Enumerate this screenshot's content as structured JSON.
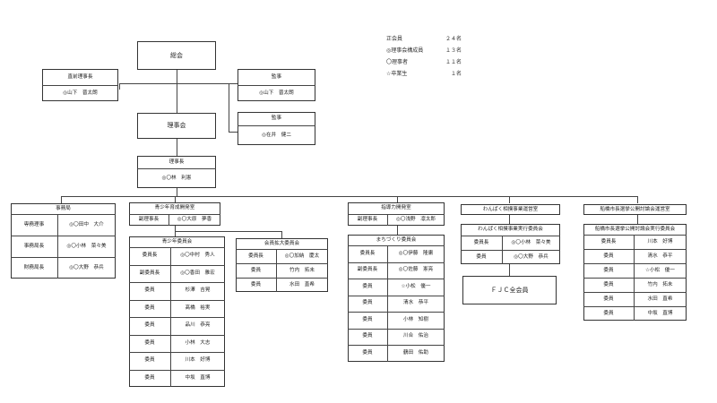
{
  "legend": [
    {
      "label": "正会員",
      "value": "２４名"
    },
    {
      "label": "◎理事会構成員",
      "value": "１３名"
    },
    {
      "label": "〇理事者",
      "value": "１１名"
    },
    {
      "label": "☆卒業生",
      "value": "１名"
    }
  ],
  "general_assembly": "総会",
  "direct_director": {
    "title": "直前理事長",
    "member": "◎山下　晋太朗"
  },
  "auditor1": {
    "title": "監事",
    "member": "◎山下　晋太朗"
  },
  "auditor2": {
    "title": "監事",
    "member": "◎在井　健二"
  },
  "board": "理事会",
  "president": {
    "title": "理事長",
    "member": "◎〇林　利憲"
  },
  "secretariat": {
    "title": "事務局",
    "rows": [
      {
        "role": "専務理事",
        "member": "◎〇田中　大介"
      },
      {
        "role": "事務局長",
        "member": "◎〇小林　菜々美"
      },
      {
        "role": "財務局長",
        "member": "◎〇大野　恭兵"
      }
    ]
  },
  "youth_office": {
    "title": "青少年育成開発室",
    "head": {
      "role": "副理事長",
      "member": "◎〇大原　夢香"
    },
    "committee": {
      "title": "青少年委員会",
      "rows": [
        {
          "role": "委員長",
          "member": "◎〇中村　秀人"
        },
        {
          "role": "副委員長",
          "member": "◎〇香田　雅宏"
        },
        {
          "role": "委員",
          "member": "杉澤　吉晃"
        },
        {
          "role": "委員",
          "member": "髙橋　裕実"
        },
        {
          "role": "委員",
          "member": "品川　恭亮"
        },
        {
          "role": "委員",
          "member": "小林　大志"
        },
        {
          "role": "委員",
          "member": "川本　好博"
        },
        {
          "role": "委員",
          "member": "中坂　直博"
        }
      ]
    }
  },
  "membership": {
    "title": "会員拡大委員会",
    "rows": [
      {
        "role": "委員長",
        "member": "◎〇加納　慶太"
      },
      {
        "role": "委員",
        "member": "竹内　拓未"
      },
      {
        "role": "委員",
        "member": "水田　直希"
      }
    ]
  },
  "leadership_office": {
    "title": "指導力開発室",
    "head": {
      "role": "副理事長",
      "member": "◎〇浅野　凛太郎"
    },
    "committee": {
      "title": "まちづくり委員会",
      "rows": [
        {
          "role": "委員長",
          "member": "◎〇伊藤　隆庸"
        },
        {
          "role": "副委員長",
          "member": "◎〇佐藤　憲亮"
        },
        {
          "role": "委員",
          "member": "☆小松　優一"
        },
        {
          "role": "委員",
          "member": "清水　恭平"
        },
        {
          "role": "委員",
          "member": "小林　知樹"
        },
        {
          "role": "委員",
          "member": "川合　佑治"
        },
        {
          "role": "委員",
          "member": "鶴田　佑助"
        }
      ]
    }
  },
  "wanpaku_office": {
    "title": "わんぱく相撲事業運営室",
    "committee": {
      "title": "わんぱく相撲事業実行委員会",
      "rows": [
        {
          "role": "委員長",
          "member": "◎〇小林　菜々美"
        },
        {
          "role": "委員",
          "member": "◎〇大野　恭兵"
        }
      ]
    },
    "all_members": "ＦＪＣ全会員"
  },
  "mayor_office": {
    "title": "船橋市長選挙公開討論会運営室",
    "committee": {
      "title": "船橋市長選挙公開討論会実行委員会",
      "rows": [
        {
          "role": "委員長",
          "member": "川本　好博"
        },
        {
          "role": "委員",
          "member": "清水　恭平"
        },
        {
          "role": "委員",
          "member": "☆小松　優一"
        },
        {
          "role": "委員",
          "member": "竹内　拓未"
        },
        {
          "role": "委員",
          "member": "水田　直希"
        },
        {
          "role": "委員",
          "member": "中坂　直博"
        }
      ]
    }
  }
}
